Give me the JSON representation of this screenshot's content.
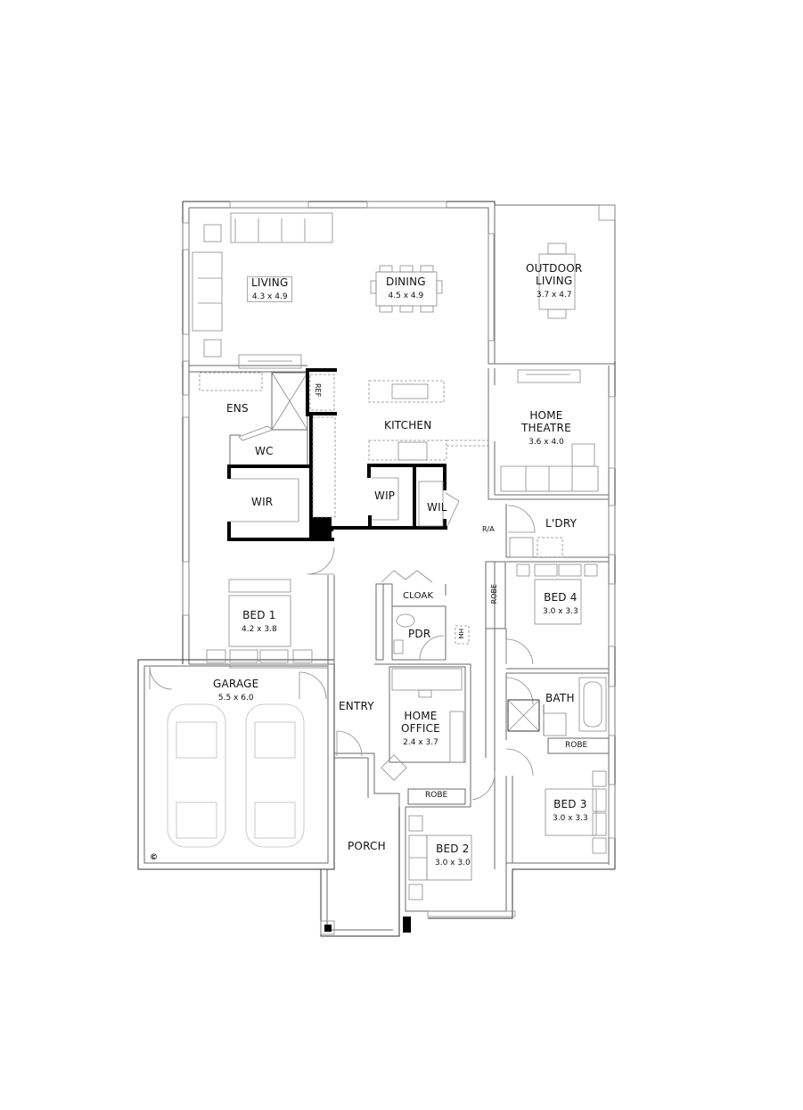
{
  "plan": {
    "rooms": [
      {
        "id": "living",
        "name": "LIVING",
        "dims": "4.3 x 4.9"
      },
      {
        "id": "dining",
        "name": "DINING",
        "dims": "4.5 x 4.9"
      },
      {
        "id": "outdoor_living",
        "name": "OUTDOOR",
        "name2": "LIVING",
        "dims": "3.7 x 4.7"
      },
      {
        "id": "ens",
        "name": "ENS"
      },
      {
        "id": "wc",
        "name": "WC"
      },
      {
        "id": "wir",
        "name": "WIR"
      },
      {
        "id": "kitchen",
        "name": "KITCHEN"
      },
      {
        "id": "wip",
        "name": "WIP"
      },
      {
        "id": "wil",
        "name": "WIL"
      },
      {
        "id": "home_theatre",
        "name": "HOME",
        "name2": "THEATRE",
        "dims": "3.6 x 4.0"
      },
      {
        "id": "laundry",
        "name": "L'DRY"
      },
      {
        "id": "bed1",
        "name": "BED 1",
        "dims": "4.2 x 3.8"
      },
      {
        "id": "cloak",
        "name": "CLOAK"
      },
      {
        "id": "pdr",
        "name": "PDR"
      },
      {
        "id": "bed4",
        "name": "BED 4",
        "dims": "3.0 x 3.3"
      },
      {
        "id": "garage",
        "name": "GARAGE",
        "dims": "5.5 x 6.0"
      },
      {
        "id": "entry",
        "name": "ENTRY"
      },
      {
        "id": "home_office",
        "name": "HOME",
        "name2": "OFFICE",
        "dims": "2.4 x 3.7"
      },
      {
        "id": "bath",
        "name": "BATH"
      },
      {
        "id": "bed3",
        "name": "BED 3",
        "dims": "3.0 x 3.3"
      },
      {
        "id": "bed2",
        "name": "BED 2",
        "dims": "3.0 x 3.0"
      },
      {
        "id": "porch",
        "name": "PORCH"
      }
    ],
    "fixtures": {
      "ref": "REF",
      "robe_bed4": "ROBE",
      "robe_office": "ROBE",
      "robe_bath": "ROBE",
      "mh": "MH",
      "ra": "R/A"
    },
    "copyright": "©"
  }
}
